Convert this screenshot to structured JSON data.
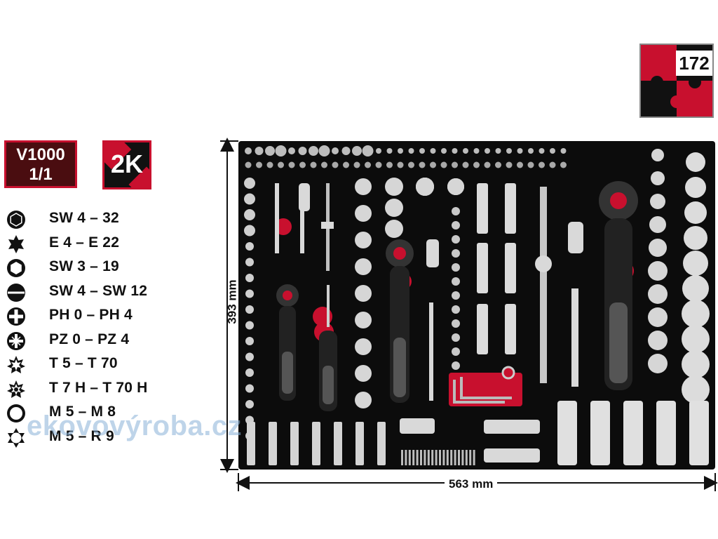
{
  "badges": {
    "model_line1": "V1000",
    "model_line2": "1/1",
    "foam_type": "2K",
    "piece_count": "172"
  },
  "legend": [
    {
      "label": "SW 4 – 32",
      "icon": "hex-socket-icon"
    },
    {
      "label": "E 4 – E 22",
      "icon": "torx-e-socket-icon"
    },
    {
      "label": "SW 3 – 19",
      "icon": "hex-key-icon"
    },
    {
      "label": "SW 4 – SW 12",
      "icon": "slotted-bit-icon"
    },
    {
      "label": "PH 0 – PH 4",
      "icon": "phillips-bit-icon"
    },
    {
      "label": "PZ 0 – PZ 4",
      "icon": "pozidriv-bit-icon"
    },
    {
      "label": "T 5 – T 70",
      "icon": "torx-bit-icon"
    },
    {
      "label": "T 7 H – T 70 H",
      "icon": "torx-tamper-bit-icon"
    },
    {
      "label": "M 5 – M 8",
      "icon": "spline-bit-icon"
    },
    {
      "label": "M 5 – R 9",
      "icon": "ribe-bit-icon"
    }
  ],
  "dimensions": {
    "height": "393 mm",
    "width": "563 mm"
  },
  "watermark": "ekovovýroba.cz",
  "colors": {
    "brand_red": "#c8102e",
    "dark": "#111111",
    "foam": "#0c0c0c",
    "chrome": "#d9d9d9"
  }
}
